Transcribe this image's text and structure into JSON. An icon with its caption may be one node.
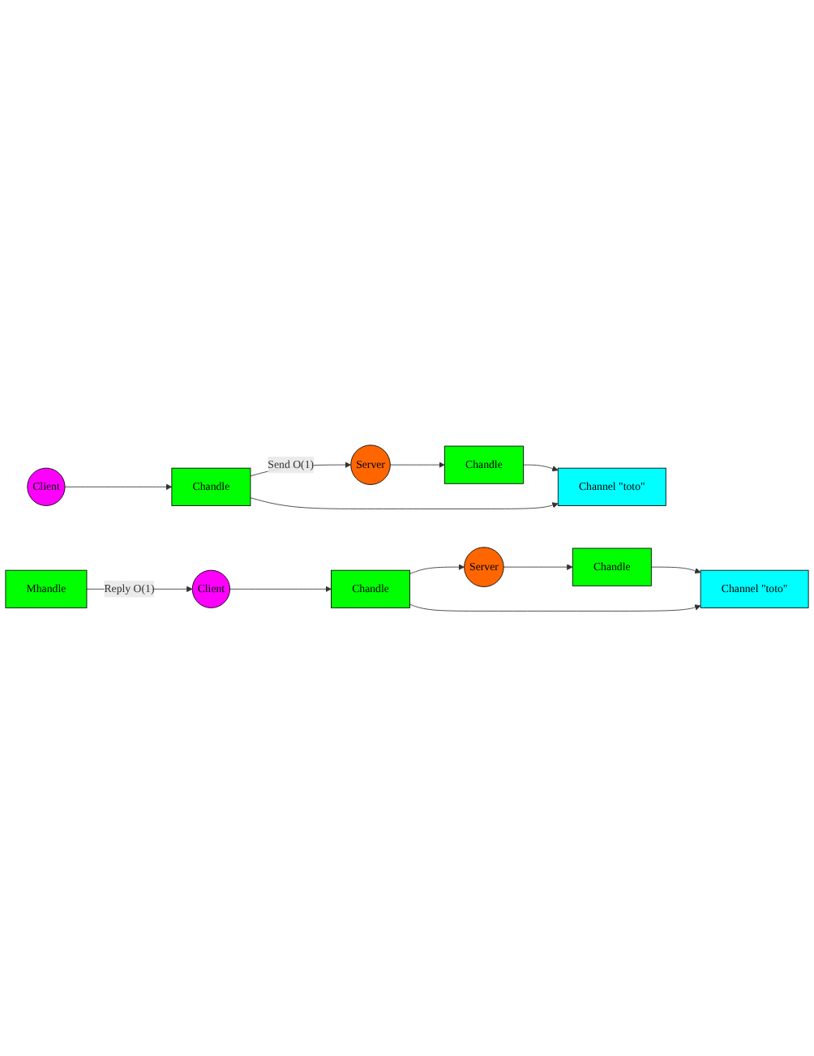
{
  "diagram": {
    "nodes": [
      {
        "text": [
          "Server"
        ]
      },
      {
        "text": [
          "Chandle"
        ]
      },
      {
        "text": [
          "Channel \"toto\""
        ]
      },
      {
        "text": [
          "Client"
        ]
      },
      {
        "text": [
          "Chandle"
        ]
      },
      {
        "text": [
          "Server"
        ]
      },
      {
        "text": [
          "Mhandle"
        ]
      },
      {
        "text": [
          "Chandle"
        ]
      },
      {
        "text": [
          "Channel \"toto\""
        ]
      },
      {
        "text": [
          "Client"
        ]
      },
      {
        "text": [
          "Chandle"
        ]
      }
    ],
    "edges": [
      {
        "from": 0,
        "to": 1,
        "arrow": "to"
      },
      {
        "from": 1,
        "to": 2,
        "arrow": "to"
      },
      {
        "from": 3,
        "to": 4,
        "arrow": "to"
      },
      {
        "from": 4,
        "to": 2,
        "arrow": "to"
      },
      {
        "from": 4,
        "to": 0,
        "arrow": "to",
        "label": "Send O(1)"
      },
      {
        "from": 5,
        "to": 7,
        "arrow": "to"
      },
      {
        "from": 7,
        "to": 8,
        "arrow": "to"
      },
      {
        "from": 9,
        "to": 10,
        "arrow": "to"
      },
      {
        "from": 10,
        "to": 8,
        "arrow": "to"
      },
      {
        "from": 10,
        "to": 5,
        "arrow": "to"
      },
      {
        "from": 6,
        "to": 9,
        "arrow": "to",
        "label": "Reply O(1)"
      }
    ]
  }
}
